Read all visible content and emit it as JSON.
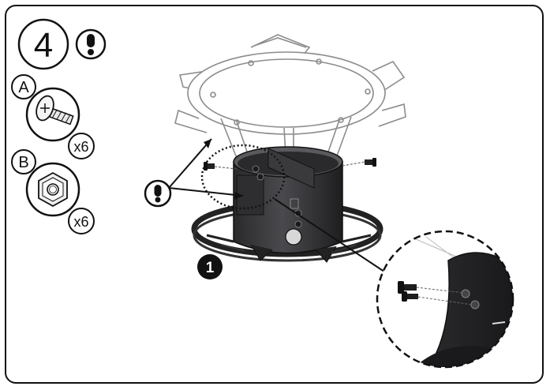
{
  "step": {
    "number": "4"
  },
  "parts": [
    {
      "letter": "A",
      "quantity": "x6",
      "icon": "bolt-icon"
    },
    {
      "letter": "B",
      "quantity": "x6",
      "icon": "hex-nut-icon"
    }
  ],
  "callouts": {
    "number": "1"
  },
  "colors": {
    "ink": "#111111",
    "metal": "#3a3a3c",
    "metal_dark": "#1e1e20",
    "metal_light": "#5a5a5e",
    "outline": "#9a9a9a"
  }
}
